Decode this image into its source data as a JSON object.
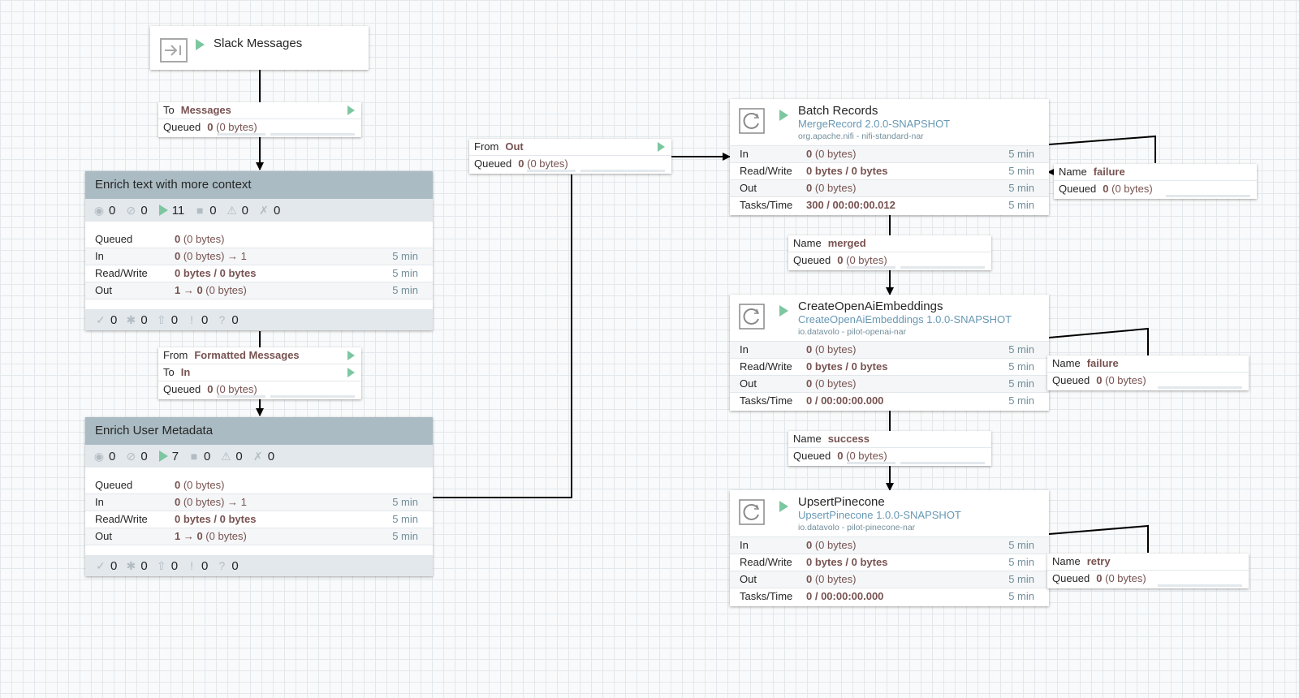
{
  "input_port": {
    "name": "Slack Messages",
    "icon": "input-port-icon",
    "status": "running"
  },
  "conn_to_messages": {
    "to_label": "To",
    "to_value": "Messages",
    "queued_label": "Queued",
    "queued_count": "0",
    "queued_bytes": "(0 bytes)"
  },
  "group1": {
    "title": "Enrich text with more context",
    "stats": [
      "0",
      "0",
      "11",
      "0",
      "0",
      "0"
    ],
    "rows": [
      {
        "label": "Queued",
        "value_b": "0",
        "value": " (0 bytes)",
        "time": ""
      },
      {
        "label": "In",
        "value_b": "0",
        "value": " (0 bytes) → 1",
        "time": "5 min"
      },
      {
        "label": "Read/Write",
        "value_b": "0 bytes / 0 bytes",
        "value": "",
        "time": "5 min"
      },
      {
        "label": "Out",
        "value_b": "1 → 0",
        "value": " (0 bytes)",
        "time": "5 min"
      }
    ],
    "footer": [
      "0",
      "0",
      "0",
      "0",
      "0"
    ]
  },
  "conn_formatted": {
    "from_label": "From",
    "from_value": "Formatted Messages",
    "to_label": "To",
    "to_value": "In",
    "queued_label": "Queued",
    "queued_count": "0",
    "queued_bytes": "(0 bytes)"
  },
  "group2": {
    "title": "Enrich User Metadata",
    "stats": [
      "0",
      "0",
      "7",
      "0",
      "0",
      "0"
    ],
    "rows": [
      {
        "label": "Queued",
        "value_b": "0",
        "value": " (0 bytes)",
        "time": ""
      },
      {
        "label": "In",
        "value_b": "0",
        "value": " (0 bytes) → 1",
        "time": "5 min"
      },
      {
        "label": "Read/Write",
        "value_b": "0 bytes / 0 bytes",
        "value": "",
        "time": "5 min"
      },
      {
        "label": "Out",
        "value_b": "1 → 0",
        "value": " (0 bytes)",
        "time": "5 min"
      }
    ],
    "footer": [
      "0",
      "0",
      "0",
      "0",
      "0"
    ]
  },
  "conn_from_out": {
    "from_label": "From",
    "from_value": "Out",
    "queued_label": "Queued",
    "queued_count": "0",
    "queued_bytes": "(0 bytes)"
  },
  "proc_batch": {
    "name": "Batch Records",
    "type": "MergeRecord 2.0.0-SNAPSHOT",
    "bundle": "org.apache.nifi - nifi-standard-nar",
    "rows": [
      {
        "label": "In",
        "value_b": "0",
        "value": " (0 bytes)",
        "time": "5 min"
      },
      {
        "label": "Read/Write",
        "value_b": "0 bytes / 0 bytes",
        "value": "",
        "time": "5 min"
      },
      {
        "label": "Out",
        "value_b": "0",
        "value": " (0 bytes)",
        "time": "5 min"
      },
      {
        "label": "Tasks/Time",
        "value_b": "300 / 00:00:00.012",
        "value": "",
        "time": "5 min"
      }
    ]
  },
  "conn_failure1": {
    "name_label": "Name",
    "name_value": "failure",
    "queued_label": "Queued",
    "queued_count": "0",
    "queued_bytes": "(0 bytes)"
  },
  "conn_merged": {
    "name_label": "Name",
    "name_value": "merged",
    "queued_label": "Queued",
    "queued_count": "0",
    "queued_bytes": "(0 bytes)"
  },
  "proc_embed": {
    "name": "CreateOpenAiEmbeddings",
    "type": "CreateOpenAiEmbeddings 1.0.0-SNAPSHOT",
    "bundle": "io.datavolo - pilot-openai-nar",
    "rows": [
      {
        "label": "In",
        "value_b": "0",
        "value": " (0 bytes)",
        "time": "5 min"
      },
      {
        "label": "Read/Write",
        "value_b": "0 bytes / 0 bytes",
        "value": "",
        "time": "5 min"
      },
      {
        "label": "Out",
        "value_b": "0",
        "value": " (0 bytes)",
        "time": "5 min"
      },
      {
        "label": "Tasks/Time",
        "value_b": "0 / 00:00:00.000",
        "value": "",
        "time": "5 min"
      }
    ]
  },
  "conn_failure2": {
    "name_label": "Name",
    "name_value": "failure",
    "queued_label": "Queued",
    "queued_count": "0",
    "queued_bytes": "(0 bytes)"
  },
  "conn_success": {
    "name_label": "Name",
    "name_value": "success",
    "queued_label": "Queued",
    "queued_count": "0",
    "queued_bytes": "(0 bytes)"
  },
  "proc_pinecone": {
    "name": "UpsertPinecone",
    "type": "UpsertPinecone 1.0.0-SNAPSHOT",
    "bundle": "io.datavolo - pilot-pinecone-nar",
    "rows": [
      {
        "label": "In",
        "value_b": "0",
        "value": " (0 bytes)",
        "time": "5 min"
      },
      {
        "label": "Read/Write",
        "value_b": "0 bytes / 0 bytes",
        "value": "",
        "time": "5 min"
      },
      {
        "label": "Out",
        "value_b": "0",
        "value": " (0 bytes)",
        "time": "5 min"
      },
      {
        "label": "Tasks/Time",
        "value_b": "0 / 00:00:00.000",
        "value": "",
        "time": "5 min"
      }
    ]
  },
  "conn_retry": {
    "name_label": "Name",
    "name_value": "retry",
    "queued_label": "Queued",
    "queued_count": "0",
    "queued_bytes": "(0 bytes)"
  },
  "colors": {
    "run": "#7dc7a0",
    "value": "#775351",
    "type": "#6798b4",
    "group_header": "#aabbc3"
  }
}
